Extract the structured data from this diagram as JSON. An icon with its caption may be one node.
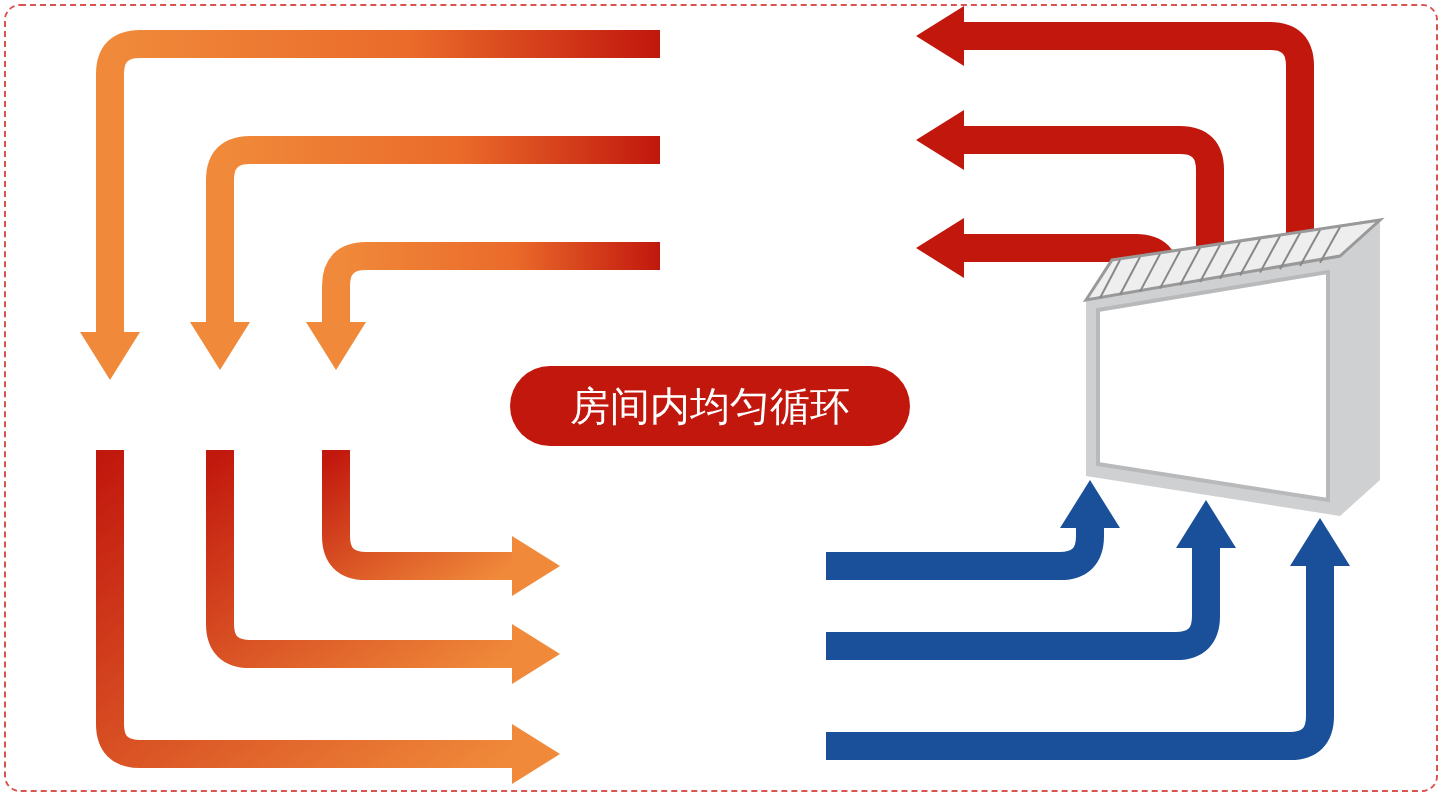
{
  "diagram": {
    "nodes": [
      {
        "text": [
          "房间内均匀循环"
        ]
      },
      {
        "text": [],
        "shape": "picture"
      }
    ],
    "edges": [
      {
        "from": 1,
        "to": null,
        "arrow": "to",
        "color": "#c1170d"
      },
      {
        "from": 1,
        "to": null,
        "arrow": "to",
        "color": "#c1170d"
      },
      {
        "from": 1,
        "to": null,
        "arrow": "to",
        "color": "#c1170d"
      },
      {
        "from": null,
        "to": 1,
        "arrow": "to",
        "color": "#1a4f9a"
      },
      {
        "from": null,
        "to": 1,
        "arrow": "to",
        "color": "#1a4f9a"
      },
      {
        "from": null,
        "to": 1,
        "arrow": "to",
        "color": "#1a4f9a"
      }
    ]
  }
}
